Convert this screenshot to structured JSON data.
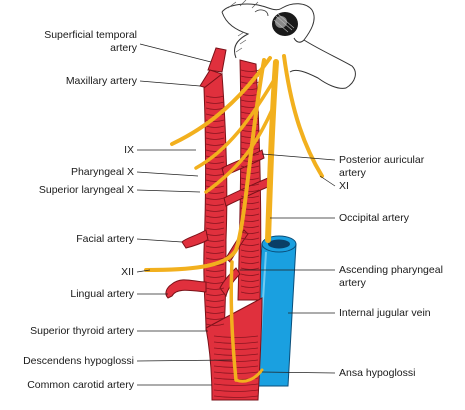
{
  "labels_left": {
    "superficial_temporal_line1": "Superficial temporal",
    "superficial_temporal_line2": "artery",
    "maxillary": "Maxillary artery",
    "ix": "IX",
    "pharyngeal_x": "Pharyngeal X",
    "superior_laryngeal_x": "Superior laryngeal X",
    "facial": "Facial artery",
    "xii": "XII",
    "lingual": "Lingual artery",
    "superior_thyroid": "Superior thyroid artery",
    "descendens_hypoglossi": "Descendens hypoglossi",
    "common_carotid": "Common carotid artery"
  },
  "labels_right": {
    "posterior_auricular_line1": "Posterior auricular",
    "posterior_auricular_line2": "artery",
    "xi": "XI",
    "occipital": "Occipital artery",
    "ascending_pharyngeal_line1": "Ascending pharyngeal",
    "ascending_pharyngeal_line2": "artery",
    "internal_jugular": "Internal jugular vein",
    "ansa_hypoglossi": "Ansa hypoglossi"
  },
  "colors": {
    "artery": "#e0303d",
    "nerve": "#f2b01e",
    "vein": "#1aa0e0",
    "skull_outline": "#333333"
  }
}
